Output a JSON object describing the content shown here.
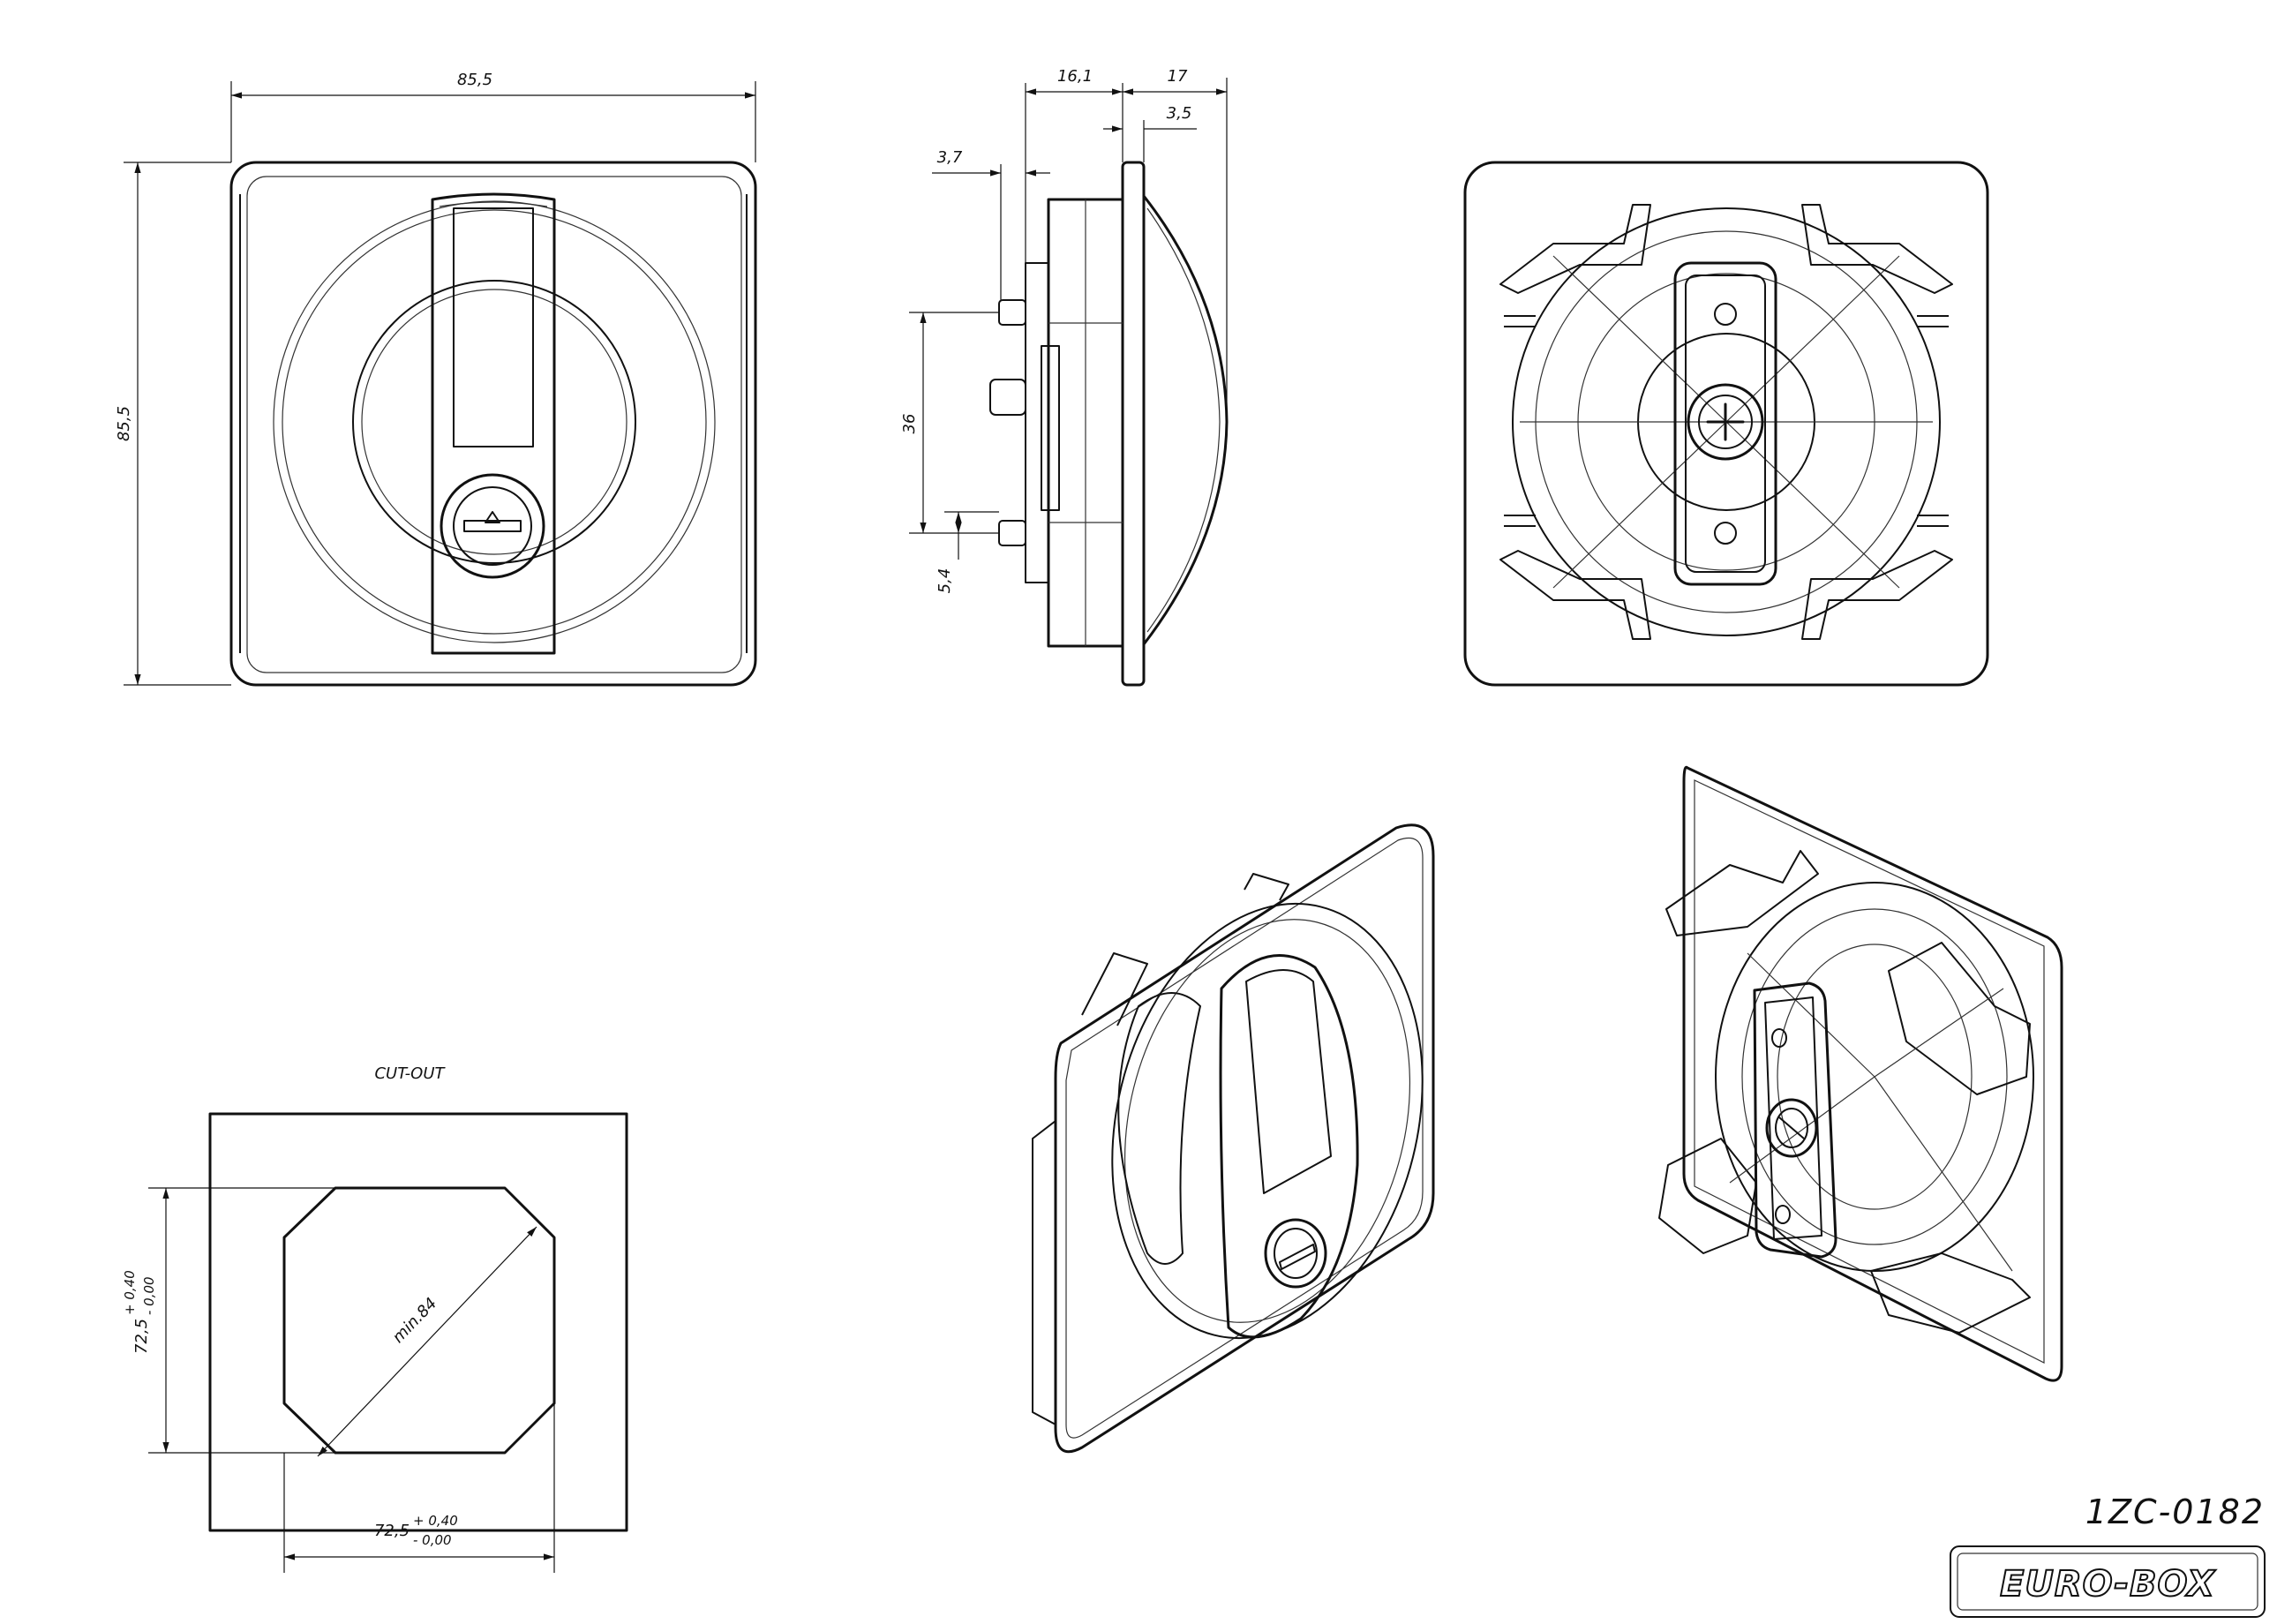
{
  "front_view": {
    "width_dim": "85,5",
    "height_dim": "85,5"
  },
  "side_view": {
    "dims": [
      "16,1",
      "17",
      "3,5",
      "3,7",
      "36",
      "5,4"
    ]
  },
  "cutout": {
    "title": "CUT-OUT",
    "diag_dim": "min.84",
    "width_dim": "72,5",
    "height_dim": "72,5",
    "tol_plus": "+ 0,40",
    "tol_minus": "- 0,00"
  },
  "title_block": {
    "part_number": "1ZC-0182",
    "logo": "EURO-BOX"
  }
}
